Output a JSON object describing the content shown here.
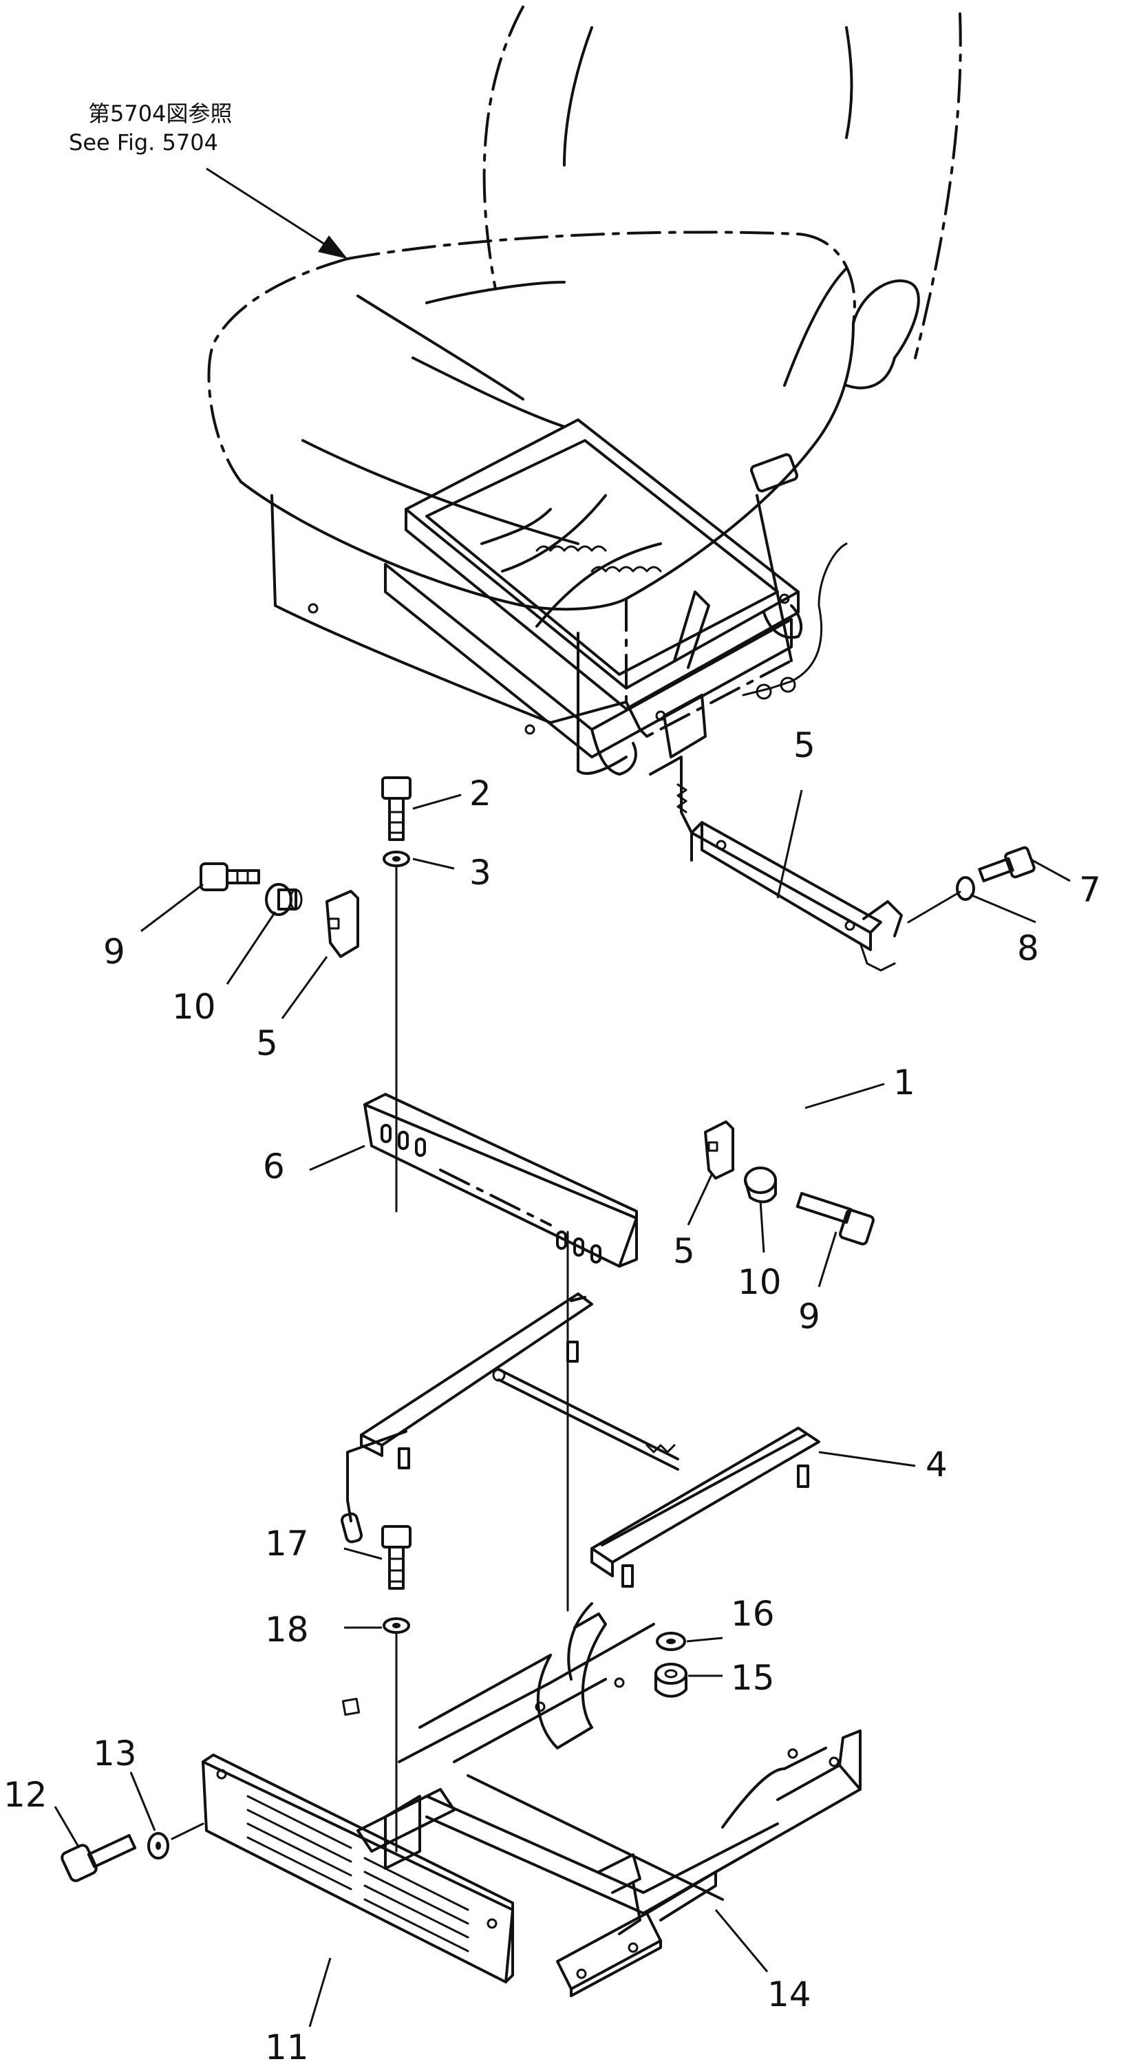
{
  "reference": {
    "jp": "第5704図参照",
    "en": "See Fig. 5704"
  },
  "callouts": {
    "c1": "1",
    "c2": "2",
    "c3": "3",
    "c4": "4",
    "c5a": "5",
    "c5b": "5",
    "c5c": "5",
    "c6": "6",
    "c7": "7",
    "c8": "8",
    "c9a": "9",
    "c9b": "9",
    "c10a": "10",
    "c10b": "10",
    "c11": "11",
    "c12": "12",
    "c13": "13",
    "c14": "14",
    "c15": "15",
    "c16": "16",
    "c17": "17",
    "c18": "18"
  }
}
